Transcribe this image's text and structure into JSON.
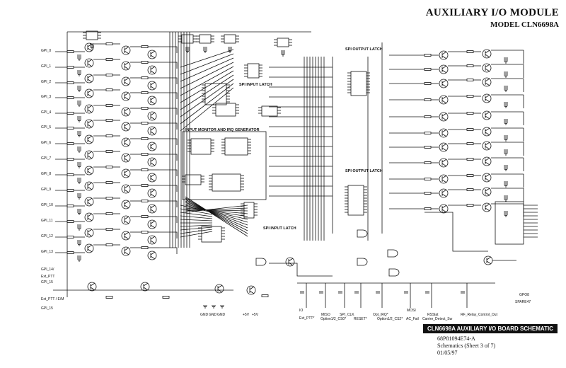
{
  "header": {
    "title": "AUXILIARY I/O MODULE",
    "model": "MODEL CLN6698A"
  },
  "section_labels": {
    "input_latch_top": "SPI INPUT LATCH",
    "input_monitor": "INPUT MONITOR AND IRQ GENERATOR",
    "input_latch_bottom": "SPI INPUT LATCH",
    "output_latch_top": "SPI OUTPUT LATCH",
    "output_latch_bottom": "SPI OUTPUT LATCH"
  },
  "gpi_inputs": [
    "GPI_0",
    "GPI_1",
    "GPI_2",
    "GPI_3",
    "GPI_4",
    "GPI_5",
    "GPI_6",
    "GPI_7",
    "GPI_8",
    "GPI_9",
    "GPI_10",
    "GPI_11",
    "GPI_12",
    "GPI_13",
    "GPI_14/",
    "Ext_PTT",
    "GPI_15",
    "Ext_PTT / E/M",
    "GPI_15"
  ],
  "bottom_signals": {
    "gnd": [
      "GND",
      "GND",
      "GND"
    ],
    "supplies": [
      "+5V",
      "+5V"
    ],
    "io": "IO",
    "ext_ptt": "Ext_PTT*",
    "miso": "MISO",
    "option_cs": "Option1/2_CS0*",
    "spi_clk": "SPI_CLK",
    "reset": "RESET*",
    "opt_irq": "Opt_IRQ*",
    "option_cs2": "Option1/2_CS2*",
    "mosi": "MOSI",
    "ac_fail": "AC_Fail",
    "rssi": "RSSlat",
    "carrier": "Carrier_Detect_Sw",
    "rf_relay": "RF_Relay_Control_Out",
    "gpo": "GPO8",
    "spare": "SPARE47"
  },
  "title_block": {
    "banner": "CLN6698A AUXILIARY I/O BOARD SCHEMATIC",
    "doc_number": "68P81094E74-A",
    "sheet": "Schematics (Sheet 3 of 7)",
    "date": "01/05/97"
  }
}
